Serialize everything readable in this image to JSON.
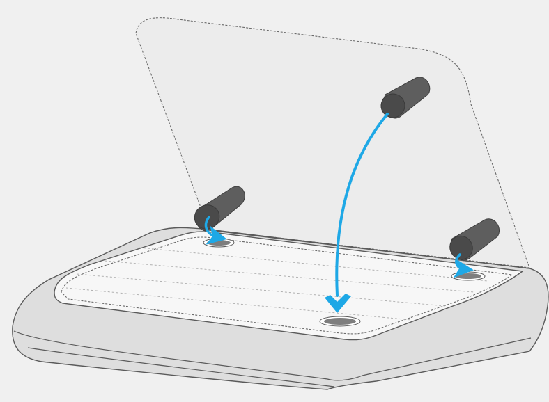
{
  "diagram": {
    "colors": {
      "background": "#f0f0f0",
      "base_fill": "#dedede",
      "base_stroke": "#5a5a5a",
      "top_surface": "#f7f7f7",
      "lid_fill": "#ececec",
      "dashed_line": "#6a6a6a",
      "cylinder_body": "#5e5e5e",
      "cylinder_face": "#4a4a4a",
      "socket": "#7e7e7e",
      "arrow": "#1ea8e6"
    },
    "parts": [
      {
        "id": "weight-left",
        "type": "cylindrical-insert",
        "destination": "socket-left"
      },
      {
        "id": "weight-center",
        "type": "cylindrical-insert",
        "destination": "socket-center"
      },
      {
        "id": "weight-right",
        "type": "cylindrical-insert",
        "destination": "socket-right"
      }
    ],
    "arrows": [
      {
        "from": "weight-left",
        "to": "socket-left",
        "icon": "curved-arrow-icon"
      },
      {
        "from": "weight-center",
        "to": "socket-center",
        "icon": "long-curved-arrow-icon"
      },
      {
        "from": "weight-right",
        "to": "socket-right",
        "icon": "curved-arrow-icon"
      }
    ]
  }
}
